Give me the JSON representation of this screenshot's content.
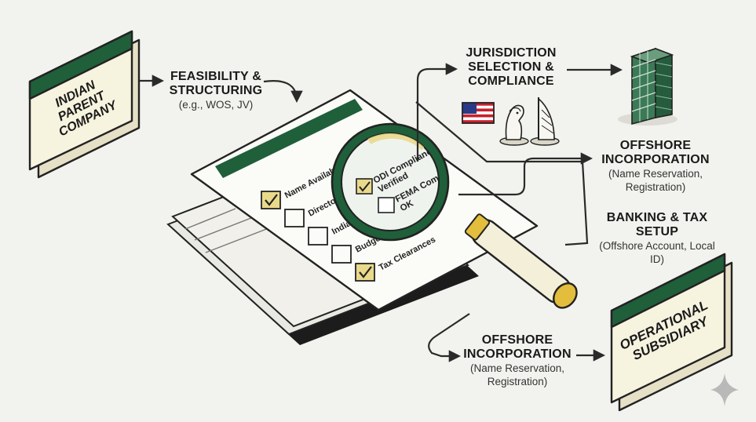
{
  "nodes": {
    "parent_company": "INDIAN PARENT COMPANY",
    "subsidiary": "OPERATIONAL SUBSIDIARY"
  },
  "steps": {
    "feasibility": {
      "title": "FEASIBILITY & STRUCTURING",
      "note": "(e.g., WOS, JV)"
    },
    "jurisdiction": {
      "title": "JURISDICTION SELECTION & COMPLIANCE"
    },
    "incorporation_right": {
      "title": "OFFSHORE INCORPORATION",
      "note": "(Name Reservation, Registration)"
    },
    "banking": {
      "title": "BANKING & TAX SETUP",
      "note": "(Offshore Account, Local ID)"
    },
    "incorporation_bottom": {
      "title": "OFFSHORE INCORPORATION",
      "note": "(Name Reservation, Registration)"
    }
  },
  "checklist": [
    {
      "text": "Name Availability Check",
      "checked": true
    },
    {
      "text": "Directors & Approvals",
      "checked": false
    },
    {
      "text": "Indian Compliance",
      "checked": false
    },
    {
      "text": "Budget Allocation",
      "checked": false
    },
    {
      "text": "Tax Clearances",
      "checked": true
    }
  ],
  "magnifier": {
    "items": [
      {
        "text": "ODI Compliance Verified",
        "checked": true
      },
      {
        "text": "FEMA Compliance OK",
        "checked": false
      }
    ]
  },
  "icons": [
    "us-flag-icon",
    "merlion-icon",
    "burj-al-arab-icon",
    "office-tower-icon",
    "sparkle-icon"
  ],
  "colors": {
    "green": "#1f5f3a",
    "cream": "#f6f3df",
    "check_yellow": "#e9d98b",
    "handle": "#f3efd9",
    "gold": "#e3bd3c"
  }
}
